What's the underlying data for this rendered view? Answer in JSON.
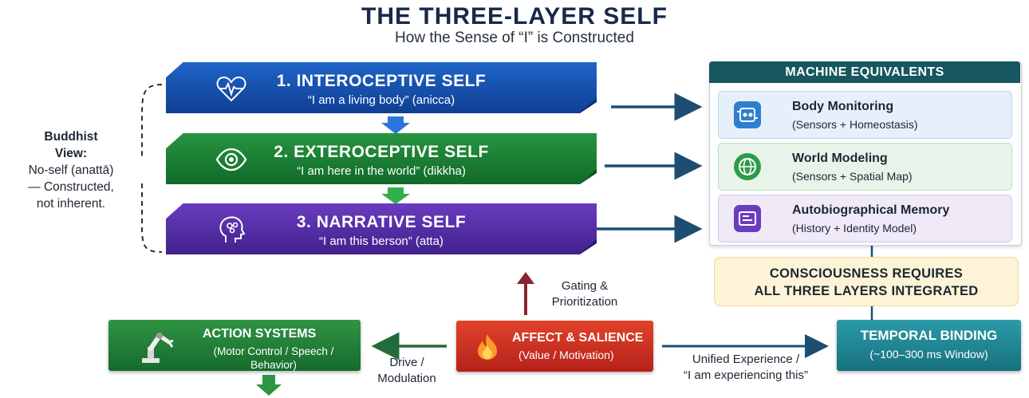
{
  "title": "THE THREE-LAYER SELF",
  "subtitle": "How the Sense of “I” is Constructed",
  "layers": [
    {
      "title": "1. INTEROCEPTIVE SELF",
      "subtitle": "“I am a living body” (anicca)",
      "icon": "heart-pulse-icon",
      "color": "#1a56b8"
    },
    {
      "title": "2. EXTEROCEPTIVE SELF",
      "subtitle": "“I am here in the world” (dikkha)",
      "icon": "eye-icon",
      "color": "#1f8a3a"
    },
    {
      "title": "3. NARRATIVE SELF",
      "subtitle": "“I am this berson” (atta)",
      "icon": "head-brain-icon",
      "color": "#5a32ad"
    }
  ],
  "buddhist": {
    "line1": "Buddhist",
    "line2": "View:",
    "line3": "No-self (anattā)",
    "line4": "— Constructed,",
    "line5": "not inherent."
  },
  "machine": {
    "header": "MACHINE EQUIVALENTS",
    "items": [
      {
        "title": "Body Monitoring",
        "subtitle": "(Sensors + Homeostasis)",
        "icon": "sensor-chip-icon"
      },
      {
        "title": "World Modeling",
        "subtitle": "(Sensors + Spatial Map)",
        "icon": "globe-icon"
      },
      {
        "title": "Autobiographical Memory",
        "subtitle": "(History + Identity Model)",
        "icon": "memory-card-icon"
      }
    ]
  },
  "consciousness": {
    "line1": "CONSCIOUSNESS REQUIRES",
    "line2": "ALL THREE LAYERS INTEGRATED"
  },
  "gating": {
    "line1": "Gating &",
    "line2": "Prioritization"
  },
  "affect": {
    "title": "AFFECT & SALIENCE",
    "subtitle": "(Value / Motivation)",
    "icon": "flame-icon"
  },
  "action": {
    "title": "ACTION SYSTEMS",
    "subtitle_line1": "(Motor Control / Speech /",
    "subtitle_line2": "Behavior)",
    "icon": "robot-arm-icon"
  },
  "drive": {
    "line1": "Drive /",
    "line2": "Modulation"
  },
  "unified": {
    "line1": "Unified Experience /",
    "line2": "“I am experiencing this”"
  },
  "temporal": {
    "title": "TEMPORAL BINDING",
    "subtitle": "(~100–300 ms Window)"
  },
  "colors": {
    "navy": "#17294a",
    "teal": "#17575f",
    "arrow": "#1d4e72",
    "red": "#c8301f"
  }
}
